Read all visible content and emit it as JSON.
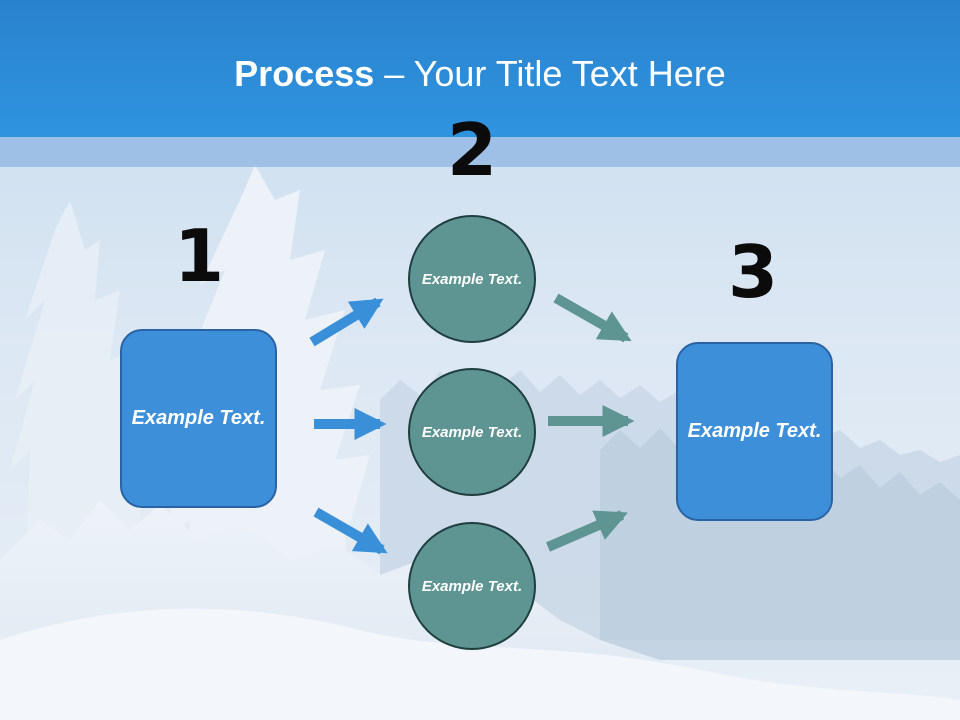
{
  "title": {
    "bold": "Process",
    "rest": " – Your Title Text Here"
  },
  "steps": {
    "step1_number": "1",
    "step2_number": "2",
    "step3_number": "3"
  },
  "nodes": {
    "left_box": "Example Text.",
    "circle_top": "Example Text.",
    "circle_middle": "Example Text.",
    "circle_bottom": "Example Text.",
    "right_box": "Example Text."
  },
  "colors": {
    "header": "#2f94e0",
    "box_fill": "#3d8fd9",
    "circle_fill": "#5e9492",
    "arrow_blue": "#3a8fd9",
    "arrow_teal": "#5e9492"
  }
}
